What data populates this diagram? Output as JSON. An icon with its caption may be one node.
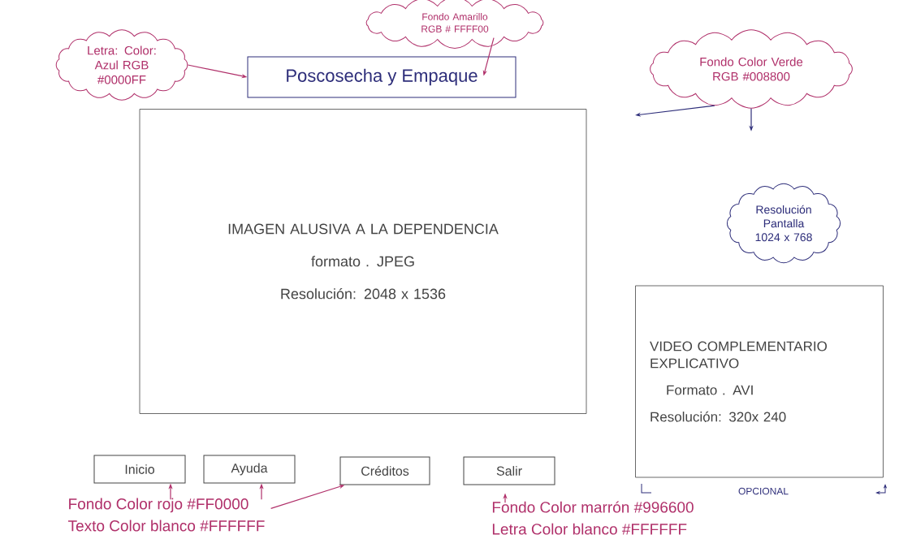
{
  "diagram": {
    "nodes": [
      {
        "text": [
          "Letra: Color: Azul RGB #0000FF"
        ]
      },
      {
        "text": [
          "Poscosecha y Empaque"
        ]
      },
      {
        "text": [
          "Fondo Amarillo RGB # FFFF00"
        ]
      },
      {
        "text": [
          "Fondo Color Verde RGB #008800"
        ]
      },
      {
        "text": [
          "IMAGEN ALUSIVA A LA DEPENDENCIA",
          "formato . JPEG",
          "Resolución: 2048 x 1536"
        ]
      },
      {
        "text": [
          "Resolución Pantalla 1024 x 768"
        ]
      },
      {
        "text": [
          "VIDEO COMPLEMENTARIO EXPLICATIVO",
          "Formato . AVI",
          "Resolución: 320x 240"
        ]
      },
      {
        "text": [
          "Inicio"
        ]
      },
      {
        "text": [
          "Ayuda"
        ]
      },
      {
        "text": [
          "Créditos"
        ]
      },
      {
        "text": [
          "Salir"
        ]
      },
      {
        "text": [
          "Fondo Color rojo #FF0000",
          "Texto Color blanco #FFFFFF"
        ]
      },
      {
        "text": [
          "Fondo Color marrón #996600",
          "Letra Color blanco #FFFFFF"
        ]
      }
    ],
    "edges": [
      {
        "from": 0,
        "to": 1,
        "arrow": "to"
      },
      {
        "from": 2,
        "to": 1,
        "arrow": "to"
      },
      {
        "from": 3,
        "to": null,
        "arrow": "to",
        "color": "#2e2e7a"
      },
      {
        "from": 3,
        "to": null,
        "arrow": "to",
        "color": "#2e2e7a"
      },
      {
        "from": 11,
        "to": 7,
        "arrow": "to"
      },
      {
        "from": 11,
        "to": 8,
        "arrow": "to"
      },
      {
        "from": 11,
        "to": 9,
        "arrow": "to"
      },
      {
        "from": 12,
        "to": 10,
        "arrow": "to"
      }
    ],
    "labels": [
      "OPCIONAL"
    ]
  }
}
